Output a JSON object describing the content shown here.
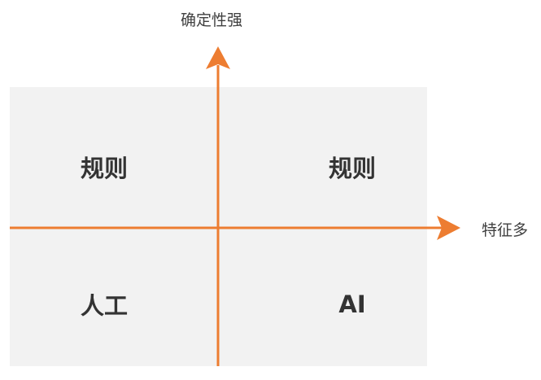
{
  "axes": {
    "y_label": "确定性强",
    "x_label": "特征多"
  },
  "quadrants": {
    "top_left": "规则",
    "top_right": "规则",
    "bottom_left": "人工",
    "bottom_right": "AI"
  },
  "colors": {
    "axis": "#ED7D31",
    "background": "#F2F2F2",
    "text": "#333333"
  }
}
